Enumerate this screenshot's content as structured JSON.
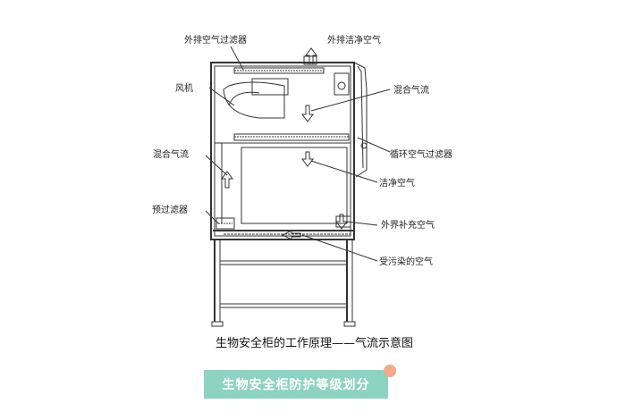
{
  "labels": {
    "exhaust_filter": "外排空气过滤器",
    "exhaust_clean_air": "外排洁净空气",
    "fan": "风机",
    "mixed_air_top": "混合气流",
    "mixed_air_left": "混合气流",
    "recirc_filter": "循环空气过滤器",
    "clean_air": "洁净空气",
    "prefilter": "预过滤器",
    "external_supply_air": "外界补充空气",
    "contaminated_air": "受污染的空气"
  },
  "caption": "生物安全柜的工作原理——气流示意图",
  "banner": "生物安全柜防护等级划分",
  "colors": {
    "banner_bg": "#8dd3c2",
    "dot": "#f3a98a"
  }
}
